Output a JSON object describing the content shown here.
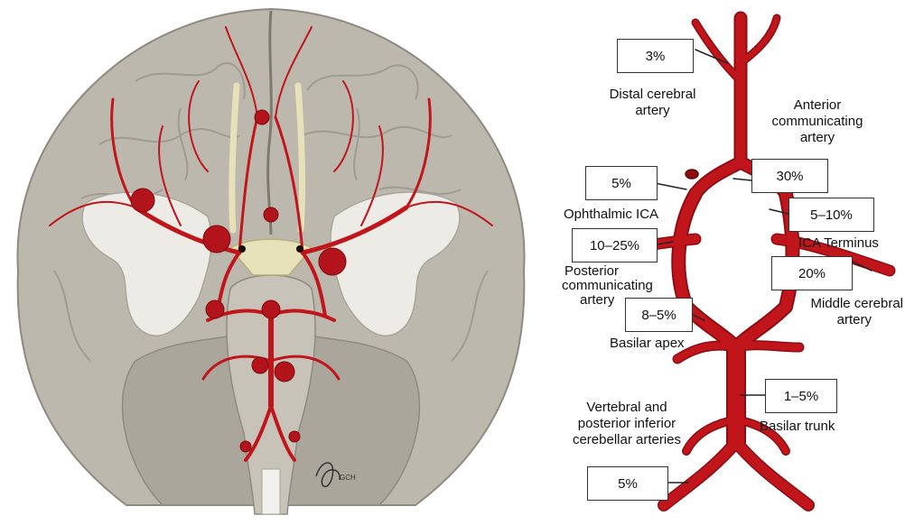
{
  "colors": {
    "artery": "#c0161b",
    "artery_dark": "#8e0d12",
    "brain": "#bdb8ae",
    "brain_shadow": "#9d988e",
    "bone": "#ecebe6",
    "nerve": "#e6e1b8"
  },
  "left_figure": {
    "signature": "GCH"
  },
  "annotations": [
    {
      "id": "distal",
      "pct": "3%",
      "label_lines": [
        "Distal cerebral",
        "artery"
      ]
    },
    {
      "id": "acom",
      "pct": "30%",
      "label_lines": [
        "Anterior",
        "communicating",
        "artery"
      ]
    },
    {
      "id": "ophthalmic",
      "pct": "5%",
      "label_lines": [
        "Ophthalmic ICA"
      ]
    },
    {
      "id": "ica_terminus",
      "pct": "5–10%",
      "label_lines": [
        "ICA Terminus"
      ]
    },
    {
      "id": "pcom",
      "pct": "10–25%",
      "label_lines": [
        "Posterior",
        "communicating",
        "artery"
      ]
    },
    {
      "id": "mca",
      "pct": "20%",
      "label_lines": [
        "Middle cerebral",
        "artery"
      ]
    },
    {
      "id": "basilar_apex",
      "pct": "8–5%",
      "label_lines": [
        "Basilar apex"
      ]
    },
    {
      "id": "basilar_trunk",
      "pct": "1–5%",
      "label_lines": [
        "Basilar trunk"
      ]
    },
    {
      "id": "vertebral",
      "pct": "5%",
      "label_lines": [
        "Vertebral and",
        "posterior inferior",
        "cerebellar arteries"
      ]
    }
  ]
}
